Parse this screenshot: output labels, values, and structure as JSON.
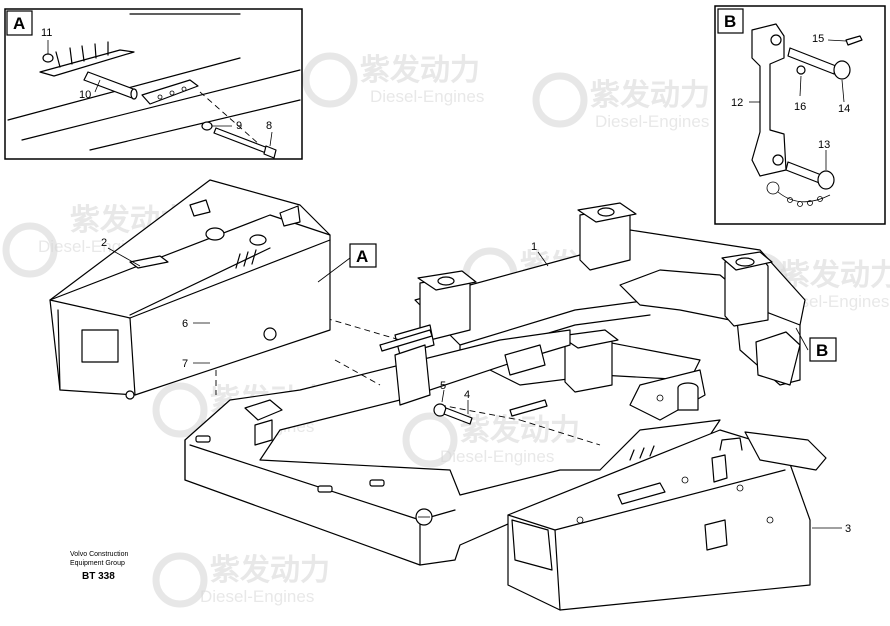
{
  "watermark": {
    "brand_cn": "紫发动力",
    "brand_en": "Diesel-Engines"
  },
  "detail_a": {
    "letter": "A",
    "callouts": [
      "11",
      "10",
      "9",
      "8"
    ]
  },
  "detail_b": {
    "letter": "B",
    "callouts": [
      "15",
      "12",
      "16",
      "14",
      "13"
    ]
  },
  "main": {
    "callouts": [
      "2",
      "1",
      "6",
      "7",
      "5",
      "4",
      "3"
    ],
    "ref_labels": [
      "A",
      "B"
    ]
  },
  "footer": {
    "company_line1": "Volvo Construction",
    "company_line2": "Equipment Group",
    "code": "BT 338"
  }
}
